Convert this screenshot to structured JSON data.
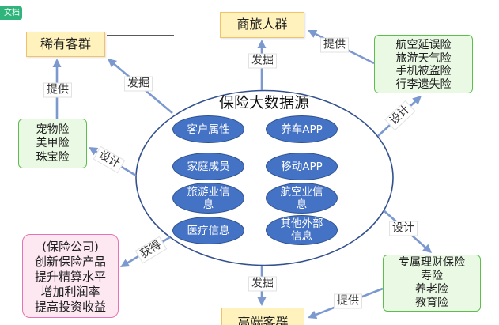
{
  "toolbar": {
    "doc_tab_label": "文档"
  },
  "diagram": {
    "center_title": "保险大数据源",
    "sources": {
      "customer_attributes": "客户属性",
      "car_app": "养车APP",
      "family_members": "家庭成员",
      "mobile_app": "移动APP",
      "tourism_info": "旅游业信息",
      "aviation_info": "航空业信息",
      "medical_info": "医疗信息",
      "other_external_info": "其他外部信息"
    },
    "segments": {
      "rare": "稀有客群",
      "business_travel": "商旅人群",
      "high_end": "高端客群"
    },
    "products": {
      "travel": [
        "航空延误险",
        "旅游天气险",
        "手机被盗险",
        "行李遗失险"
      ],
      "niche": [
        "宠物险",
        "美甲险",
        "珠宝险"
      ],
      "wealth": [
        "专属理财保险",
        "寿险",
        "养老险",
        "教育险"
      ]
    },
    "insurer_gains": [
      "(保险公司)",
      "创新保险产品",
      "提升精算水平",
      "增加利润率",
      "提高投资收益"
    ],
    "edge_labels": {
      "hub_to_business_travel": "发掘",
      "hub_to_rare": "发掘",
      "niche_to_rare": "提供",
      "hub_to_niche": "设计",
      "travel_to_business_travel": "提供",
      "hub_to_travel": "设计",
      "hub_to_wealth": "设计",
      "wealth_to_high_end": "提供",
      "hub_to_high_end": "发掘",
      "hub_to_insurer": "获得"
    }
  },
  "colors": {
    "doc_tab": "#2fb57c",
    "segment_fill": "#fff2bd",
    "segment_border": "#f0c36b",
    "product_fill": "#eaf9e4",
    "product_border": "#5cbf4b",
    "insurer_fill": "#fde8f2",
    "insurer_border": "#e673b3",
    "source_fill": "#4472c4",
    "source_border": "#2f528f",
    "ellipse_stroke": "#34518f",
    "arrow": "#7b99cf"
  }
}
